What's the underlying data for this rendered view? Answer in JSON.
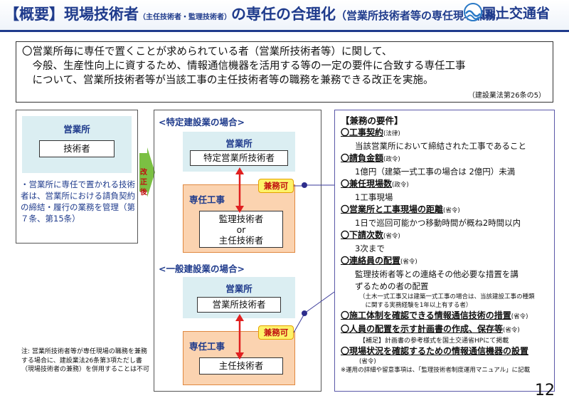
{
  "header": {
    "title_main": "【概要】現場技術者",
    "title_paren": "（主任技術者・監理技術者）",
    "title_rest": "の専任の合理化",
    "title_sub": "（営業所技術者等の専任現場兼務）",
    "org": "国土交通省"
  },
  "summary": {
    "lines": [
      "〇営業所毎に専任で置くことが求められている者（営業所技術者等）に関して、",
      "　今般、生産性向上に資するため、情報通信機器を活用する等の一定の要件に合致する専任工事",
      "　について、営業所技術者等が当該工事の主任技術者等の職務を兼務できる改正を実施。"
    ],
    "ref": "（建設業法第26条の5）"
  },
  "left": {
    "office": "営業所",
    "engineer": "技術者",
    "note": "・営業所に専任で置かれる技術者は、営業所における請負契約の締結・履行の業務を管理（第７条、第15条）"
  },
  "arrow": {
    "label": "改正後",
    "color": "#7bc043"
  },
  "special": {
    "heading": "<特定建設業の場合>",
    "office": "営業所",
    "office_engineer": "特定営業所技術者",
    "badge": "兼務可",
    "site": "専任工事",
    "site_eng1": "監理技術者",
    "site_or": "or",
    "site_eng2": "主任技術者"
  },
  "general": {
    "heading": "<一般建設業の場合>",
    "office": "営業所",
    "office_engineer": "営業所技術者",
    "badge": "兼務可",
    "site": "専任工事",
    "site_eng": "主任技術者"
  },
  "requirements": {
    "title": "【兼務の要件】",
    "items": [
      {
        "head": "〇工事契約",
        "tag": "(法律)",
        "body": [
          "当該営業所において締結された工事であること"
        ]
      },
      {
        "head": "〇請負金額",
        "tag": "(政令)",
        "body": [
          "1億円（建築一式工事の場合は 2億円）未満"
        ]
      },
      {
        "head": "〇兼任現場数",
        "tag": "(政令)",
        "body": [
          "1工事現場"
        ]
      },
      {
        "head": "〇営業所と工事現場の距離",
        "tag": "(省令)",
        "body": [
          "1日で巡回可能かつ移動時間が概ね2時間以内"
        ]
      },
      {
        "head": "〇下請次数",
        "tag": "(省令)",
        "body": [
          "3次まで"
        ]
      },
      {
        "head": "〇連絡員の配置",
        "tag": "(省令)",
        "body": [
          "監理技術者等との連絡その他必要な措置を講",
          "ずるための者の配置"
        ]
      },
      {
        "head": "〇施工体制を確認できる情報通信技術の措置",
        "tag": "(省令)",
        "body": []
      },
      {
        "head": "〇人員の配置を示す計画書の作成、保存等",
        "tag": "(省令)",
        "body": []
      },
      {
        "head": "〇現場状況を確認するための情報通信機器の設置",
        "tag": "",
        "body": []
      }
    ],
    "tiny_note": [
      "（土木一式工事又は建築一式工事の場合は、当該建設工事の種類",
      "　に関する実務経験を1年以上有する者）"
    ],
    "supplement": "【補足】計画書の参考様式を国土交通省HPにて掲載",
    "last_tag": "(省令)",
    "foot": "※運用の詳細や留意事項は、「監理技術者制度運用マニュアル」に記載"
  },
  "footnote": "注: 営業所技術者等が専任現場の職務を兼務する場合に、建設業法26条第3項ただし書（現場技術者の兼務）を併用することは不可",
  "page_number": "12",
  "colors": {
    "navy": "#1f3b8c",
    "red": "#c01010",
    "office_bg": "#dbeef2",
    "site_bg": "#fbd3b0",
    "badge_bg": "#fdf26a"
  }
}
